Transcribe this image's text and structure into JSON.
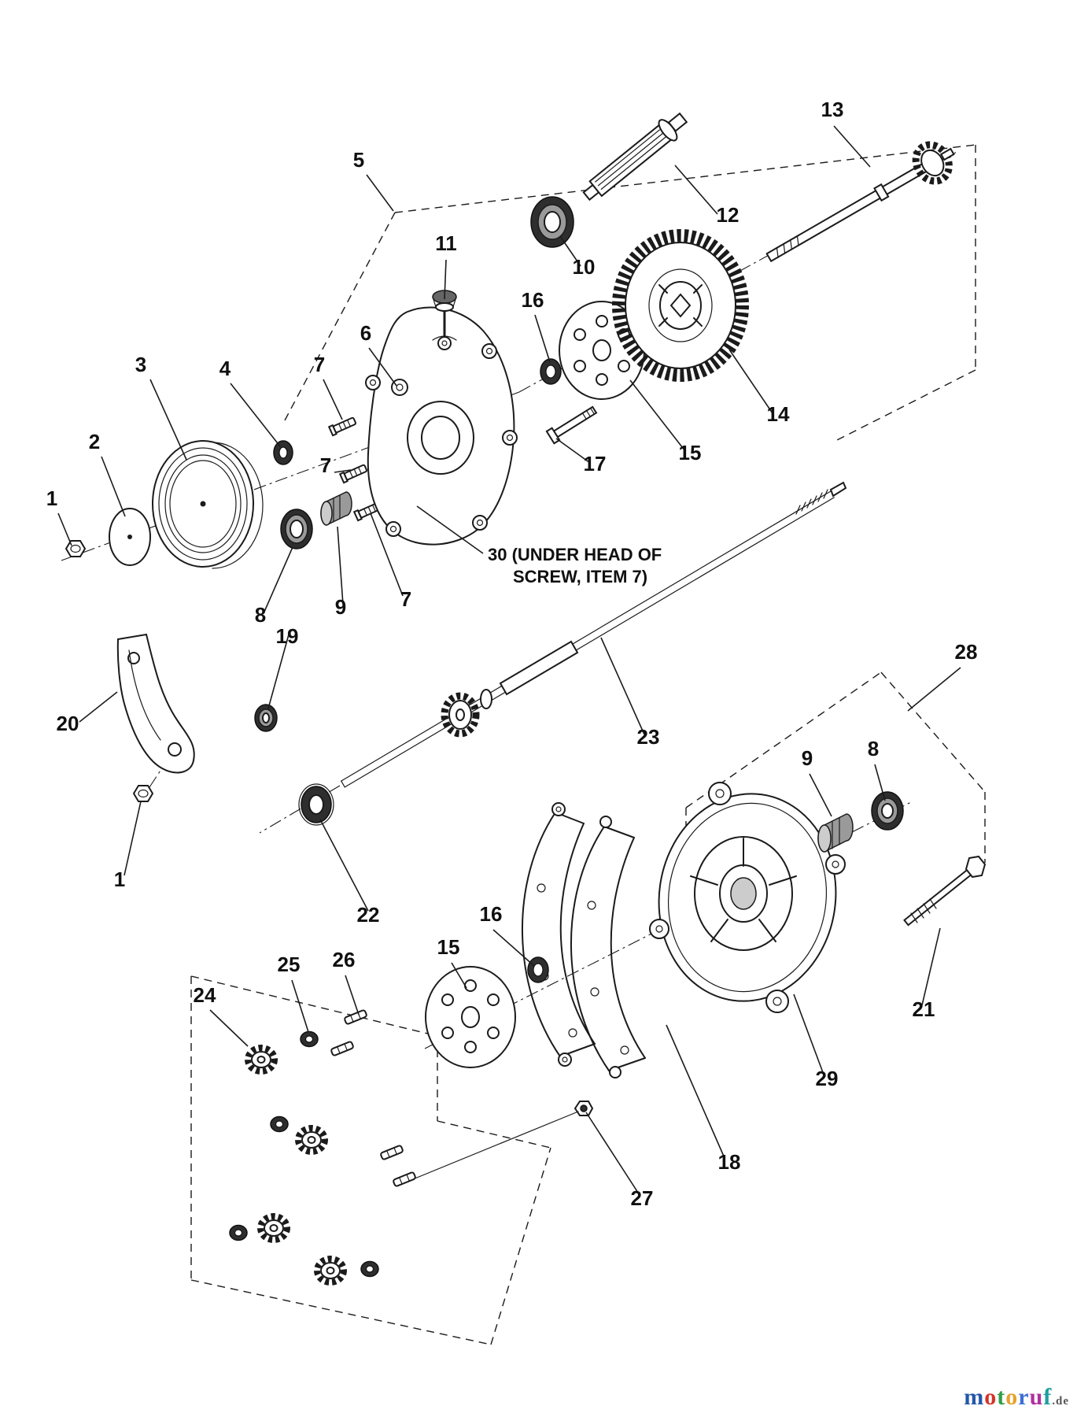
{
  "page": {
    "background": "#ffffff",
    "ink_color": "#1b1b1b"
  },
  "diagram": {
    "callouts": [
      {
        "label": "5"
      },
      {
        "label": "11"
      },
      {
        "label": "12"
      },
      {
        "label": "10"
      },
      {
        "label": "13"
      },
      {
        "label": "16"
      },
      {
        "label": "6"
      },
      {
        "label": "3"
      },
      {
        "label": "4"
      },
      {
        "label": "7"
      },
      {
        "label": "2"
      },
      {
        "label": "7"
      },
      {
        "label": "1"
      },
      {
        "label": "14"
      },
      {
        "label": "15"
      },
      {
        "label": "17"
      },
      {
        "label": "8"
      },
      {
        "label": "9"
      },
      {
        "label": "7"
      },
      {
        "label": "19"
      },
      {
        "label": "20"
      },
      {
        "label": "23"
      },
      {
        "label": "28"
      },
      {
        "label": "9"
      },
      {
        "label": "8"
      },
      {
        "label": "1"
      },
      {
        "label": "22"
      },
      {
        "label": "16"
      },
      {
        "label": "15"
      },
      {
        "label": "25"
      },
      {
        "label": "26"
      },
      {
        "label": "24"
      },
      {
        "label": "21"
      },
      {
        "label": "29"
      },
      {
        "label": "18"
      },
      {
        "label": "27"
      }
    ],
    "note": {
      "line1": "30 (UNDER HEAD OF",
      "line2": "SCREW, ITEM 7)"
    }
  },
  "watermark": {
    "letters": [
      {
        "ch": "m",
        "color": "#2457a8"
      },
      {
        "ch": "o",
        "color": "#d4342a"
      },
      {
        "ch": "t",
        "color": "#2f9e44"
      },
      {
        "ch": "o",
        "color": "#e8a12c"
      },
      {
        "ch": "r",
        "color": "#3b6fd4"
      },
      {
        "ch": "u",
        "color": "#b0309e"
      },
      {
        "ch": "f",
        "color": "#1f9e9e"
      }
    ],
    "suffix": ".de",
    "suffix_color": "#555555"
  }
}
